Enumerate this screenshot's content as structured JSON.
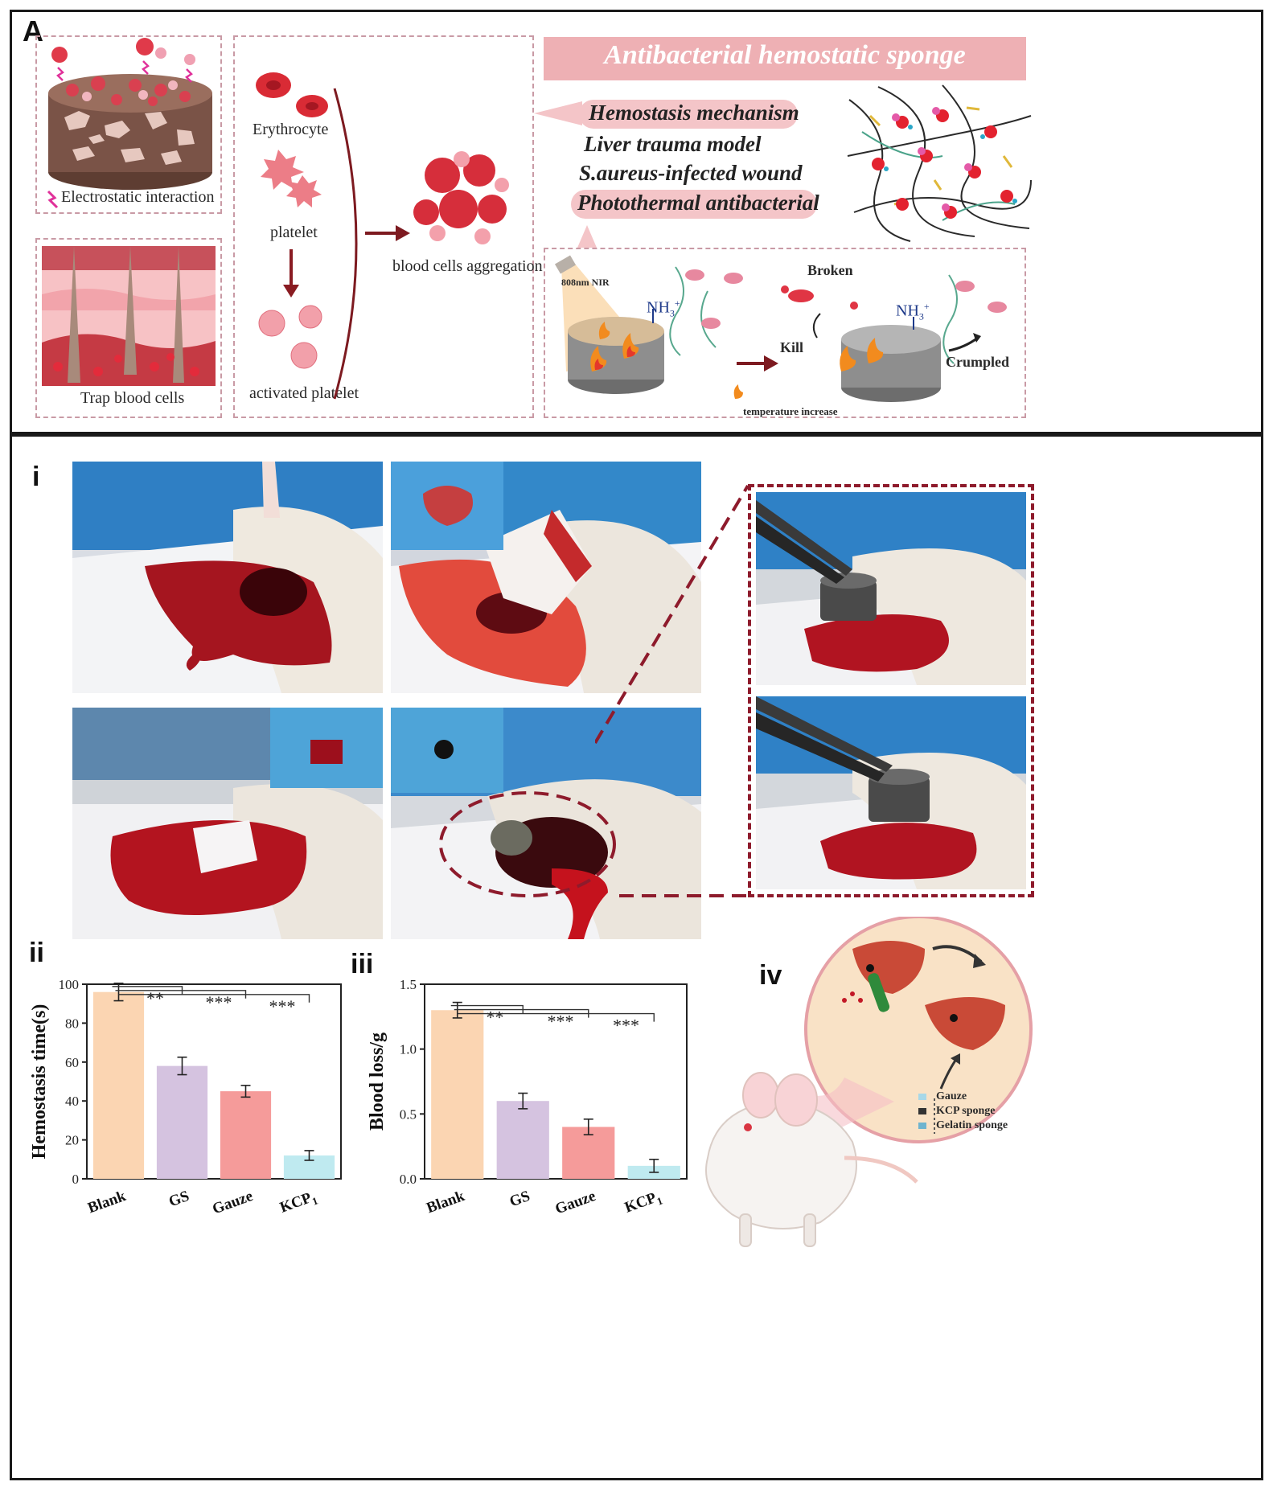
{
  "panel_labels": {
    "top": "A",
    "i": "i",
    "ii": "ii",
    "iii": "iii",
    "iv": "iv"
  },
  "mechanism": {
    "electrostatic": "Electrostatic interaction",
    "trap": "Trap blood cells",
    "erythrocyte": "Erythrocyte",
    "platelet": "platelet",
    "activated_platelet": "activated platelet",
    "aggregation": "blood cells aggregation"
  },
  "banner": {
    "title": "Antibacterial hemostatic sponge",
    "items": [
      "Hemostasis mechanism",
      "Liver trauma model",
      "S.aureus-infected wound",
      "Photothermal antibacterial"
    ]
  },
  "photothermal": {
    "nir": "808nm NIR",
    "nh3": "NH",
    "nh3_sub": "3",
    "nh3_sup": "+",
    "broken": "Broken",
    "kill": "Kill",
    "crumpled": "Crumpled",
    "temp": "temperature increase"
  },
  "liver_legend": [
    "Gauze",
    "KCP sponge",
    "Gelatin sponge"
  ],
  "colors": {
    "blank": "#fbd5b2",
    "gs": "#d5c3e0",
    "gauze": "#f59b9a",
    "kcp": "#bfeaf0",
    "blood": "#c1121f",
    "banner": "#eeb0b4",
    "frame_dash": "#8e1b2c"
  },
  "chart_data": [
    {
      "type": "bar",
      "ylabel": "Hemostasis time(s)",
      "categories": [
        "Blank",
        "GS",
        "Gauze",
        "KCP1"
      ],
      "category_main": [
        "Blank",
        "GS",
        "Gauze",
        "KCP"
      ],
      "category_sub": [
        "",
        "",
        "",
        "1"
      ],
      "values": [
        96,
        58,
        45,
        12
      ],
      "errors": [
        4.5,
        4.5,
        3,
        2.5
      ],
      "ylim": [
        0,
        100
      ],
      "yticks": [
        0,
        20,
        40,
        60,
        80,
        100
      ],
      "yticklabels": [
        "0",
        "20",
        "40",
        "60",
        "80",
        "100"
      ],
      "significance": [
        "**",
        "***",
        "***"
      ]
    },
    {
      "type": "bar",
      "ylabel": "Blood loss/g",
      "categories": [
        "Blank",
        "GS",
        "Gauze",
        "KCP1"
      ],
      "category_main": [
        "Blank",
        "GS",
        "Gauze",
        "KCP"
      ],
      "category_sub": [
        "",
        "",
        "",
        "1"
      ],
      "values": [
        1.3,
        0.6,
        0.4,
        0.1
      ],
      "errors": [
        0.06,
        0.06,
        0.06,
        0.05
      ],
      "ylim": [
        0,
        1.5
      ],
      "yticks": [
        0,
        0.5,
        1.0,
        1.5
      ],
      "yticklabels": [
        "0.0",
        "0.5",
        "1.0",
        "1.5"
      ],
      "significance": [
        "**",
        "***",
        "***"
      ]
    }
  ]
}
